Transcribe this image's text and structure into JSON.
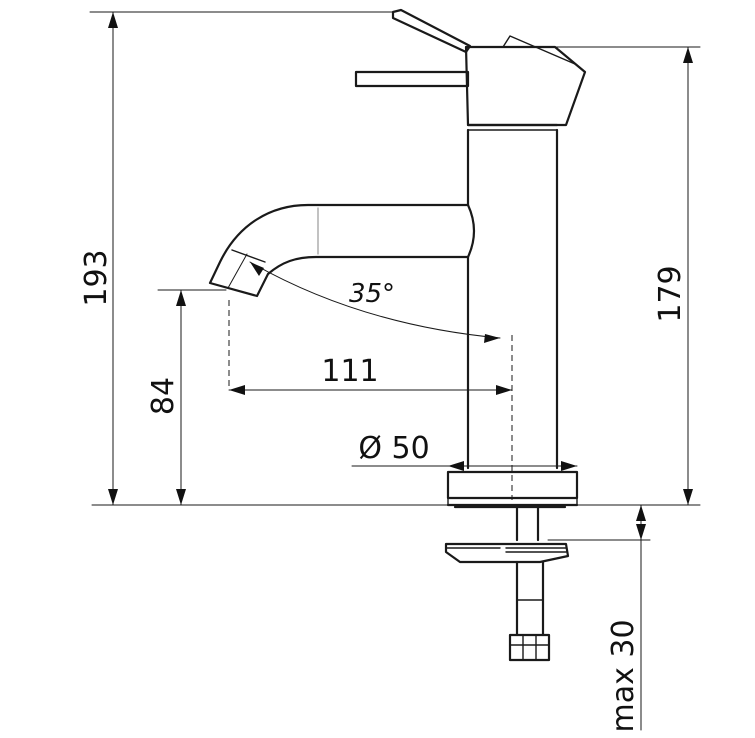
{
  "dimensions": {
    "total_height": "193",
    "body_height": "179",
    "spout_height": "84",
    "spout_reach": "111",
    "base_diameter": "Ø 50",
    "spout_angle": "35°",
    "max_counter_thickness": "max 30"
  },
  "colors": {
    "line": "#1a1a1a",
    "background": "#ffffff"
  }
}
